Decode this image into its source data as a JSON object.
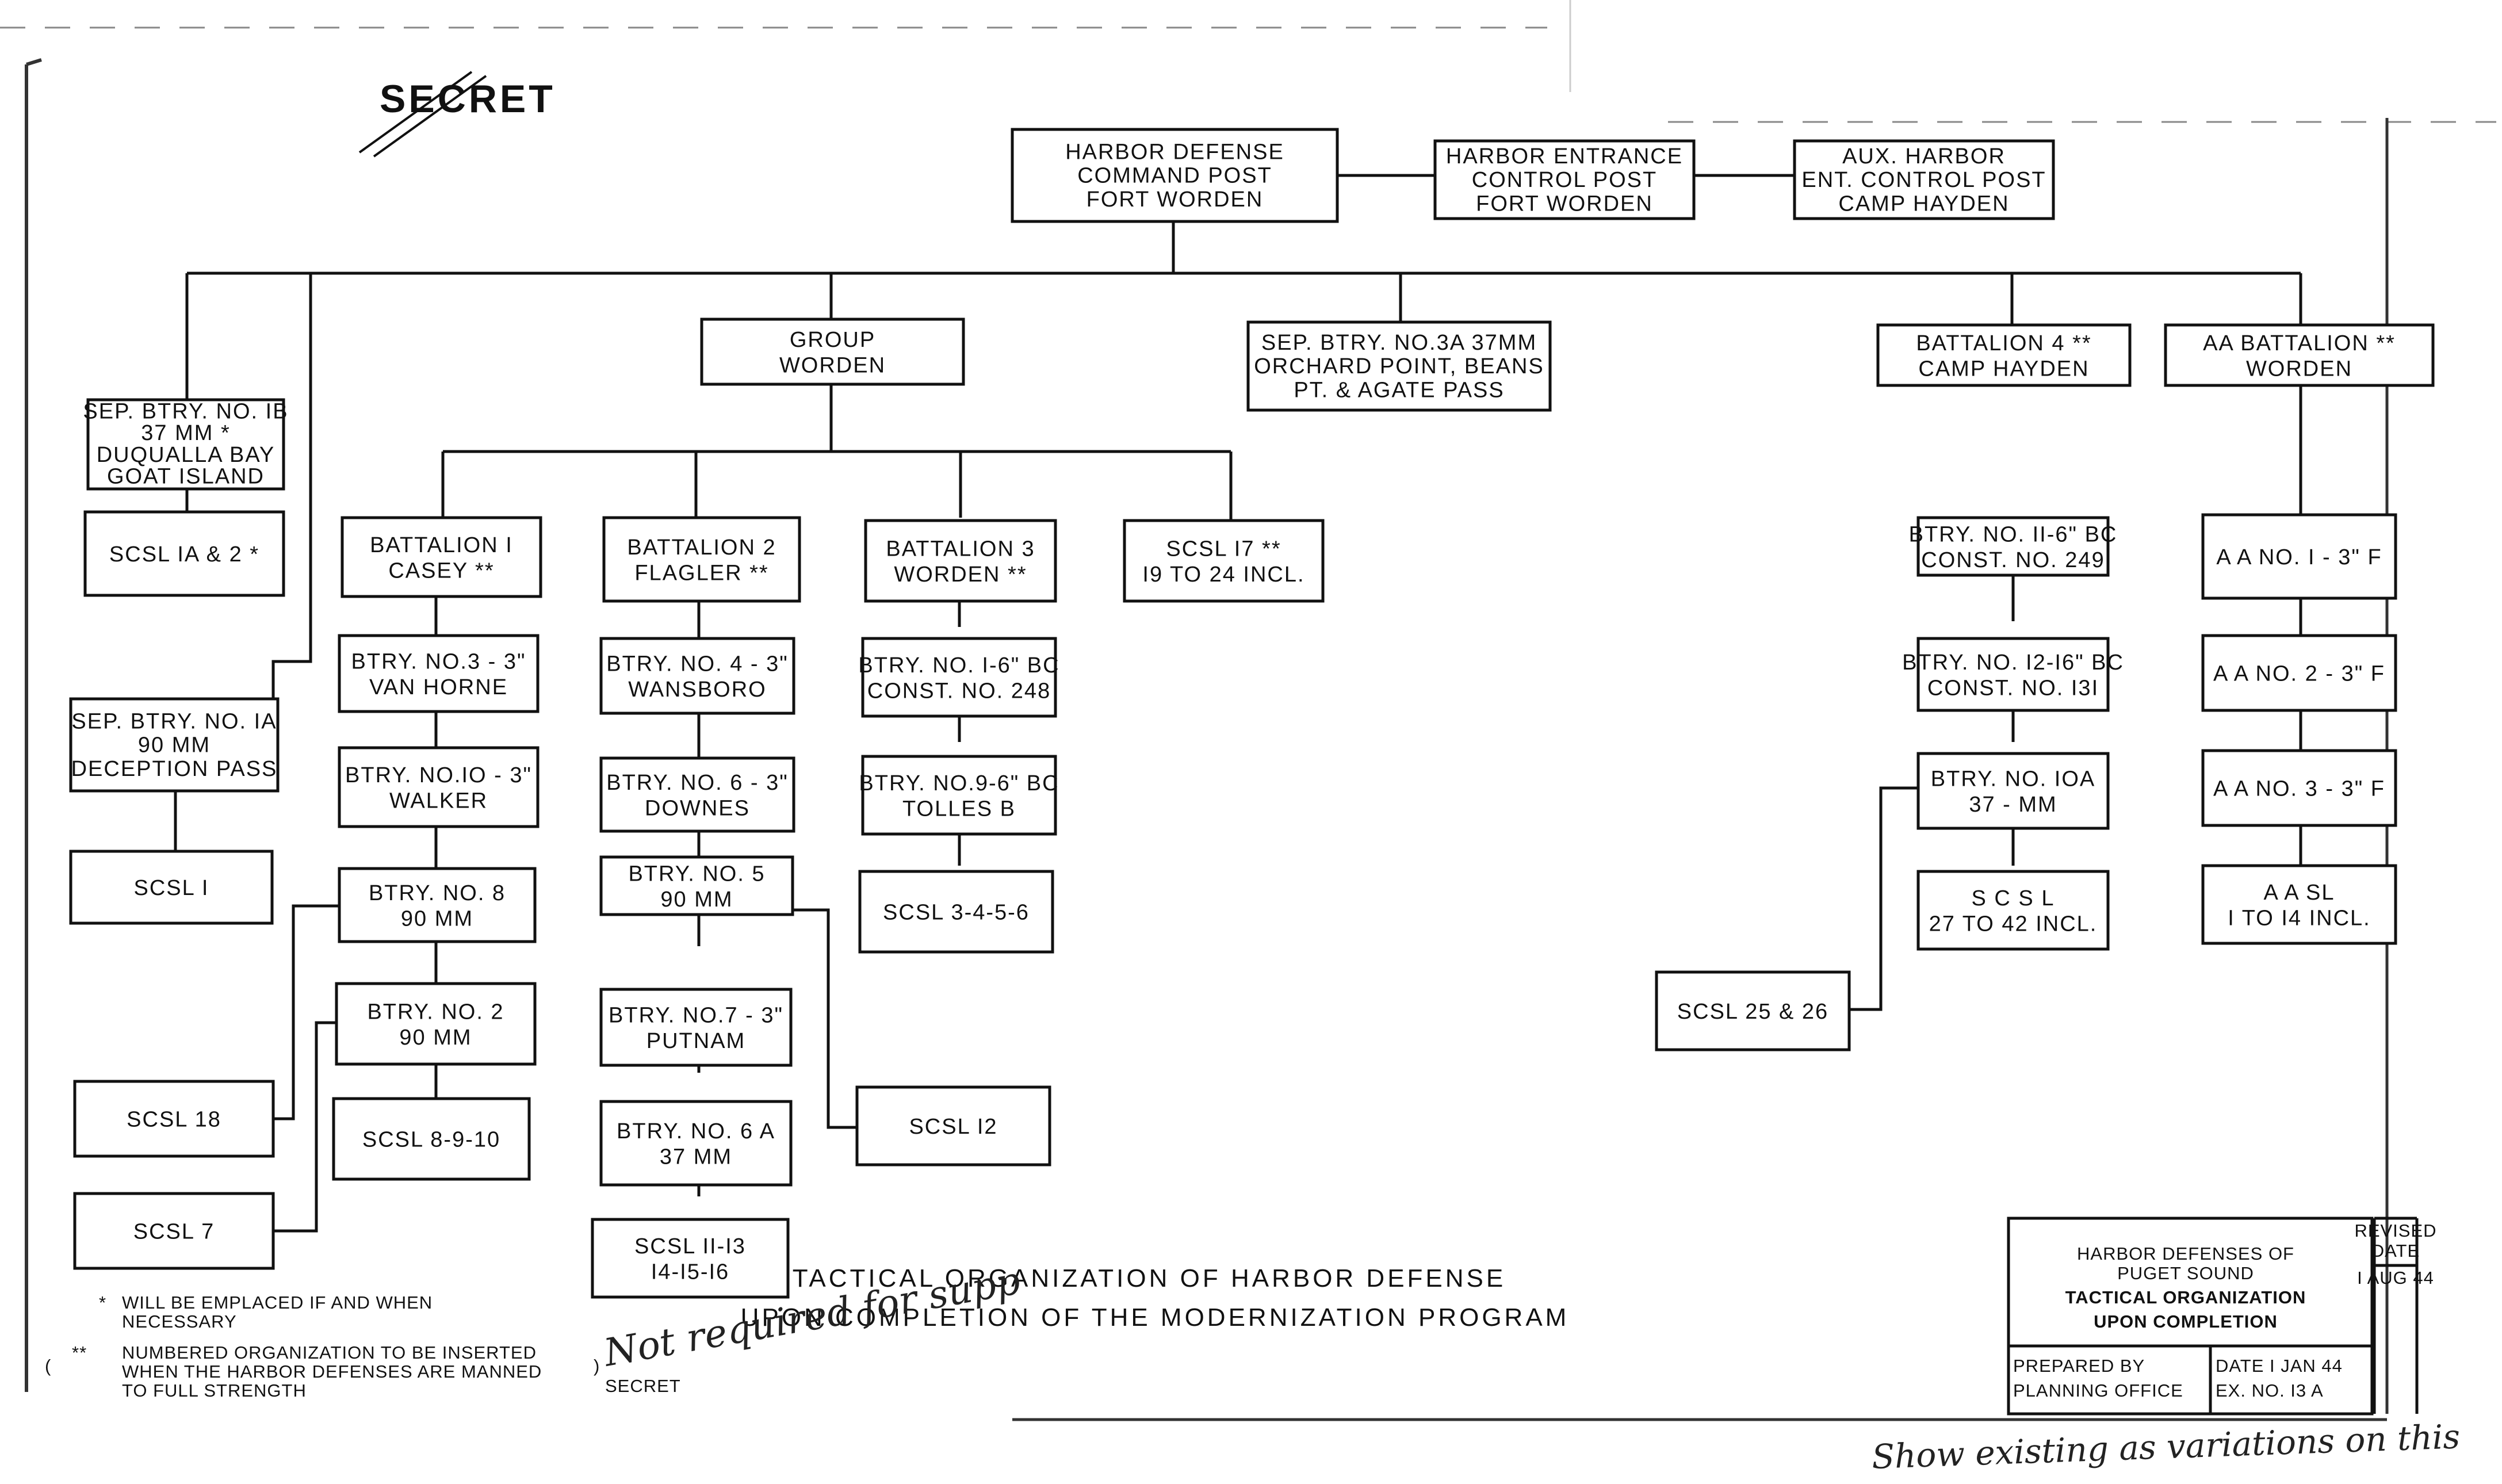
{
  "classification": "SECRET",
  "boxes": [
    {
      "id": "hdcp",
      "lines": [
        "HARBOR DEFENSE",
        "COMMAND POST",
        "FORT WORDEN"
      ]
    },
    {
      "id": "hecp",
      "lines": [
        "HARBOR ENTRANCE",
        "CONTROL POST",
        "FORT WORDEN"
      ]
    },
    {
      "id": "aux",
      "lines": [
        "AUX. HARBOR",
        "ENT. CONTROL POST",
        "CAMP HAYDEN"
      ]
    },
    {
      "id": "group",
      "lines": [
        "GROUP",
        "WORDEN"
      ]
    },
    {
      "id": "sep3a",
      "lines": [
        "SEP. BTRY. NO.3A 37MM",
        "ORCHARD POINT, BEANS",
        "PT. & AGATE PASS"
      ]
    },
    {
      "id": "bn4",
      "lines": [
        "BATTALION 4 **",
        "CAMP HAYDEN"
      ]
    },
    {
      "id": "aabn",
      "lines": [
        "AA BATTALION **",
        "WORDEN"
      ]
    },
    {
      "id": "sep1b",
      "lines": [
        "SEP. BTRY. NO. IB",
        "37 MM *",
        "DUQUALLA BAY",
        "GOAT ISLAND"
      ]
    },
    {
      "id": "scsl1a2",
      "lines": [
        "SCSL IA & 2 *"
      ]
    },
    {
      "id": "sep1a",
      "lines": [
        "SEP. BTRY. NO. IA",
        "90 MM",
        "DECEPTION PASS"
      ]
    },
    {
      "id": "scsl1",
      "lines": [
        "SCSL I"
      ]
    },
    {
      "id": "bn1",
      "lines": [
        "BATTALION I",
        "CASEY **"
      ]
    },
    {
      "id": "b3",
      "lines": [
        "BTRY. NO.3 - 3\"",
        "VAN HORNE"
      ]
    },
    {
      "id": "b10",
      "lines": [
        "BTRY. NO.IO - 3\"",
        "WALKER"
      ]
    },
    {
      "id": "b8",
      "lines": [
        "BTRY. NO. 8",
        "90 MM"
      ]
    },
    {
      "id": "b2",
      "lines": [
        "BTRY. NO. 2",
        "90 MM"
      ]
    },
    {
      "id": "scsl8910",
      "lines": [
        "SCSL 8-9-10"
      ]
    },
    {
      "id": "scsl18",
      "lines": [
        "SCSL 18"
      ]
    },
    {
      "id": "scsl7",
      "lines": [
        "SCSL 7"
      ]
    },
    {
      "id": "bn2",
      "lines": [
        "BATTALION 2",
        "FLAGLER **"
      ]
    },
    {
      "id": "b4",
      "lines": [
        "BTRY. NO. 4 - 3\"",
        "WANSBORO"
      ]
    },
    {
      "id": "b6",
      "lines": [
        "BTRY. NO. 6 - 3\"",
        "DOWNES"
      ]
    },
    {
      "id": "b5",
      "lines": [
        "BTRY. NO. 5",
        "90 MM"
      ]
    },
    {
      "id": "b7",
      "lines": [
        "BTRY. NO.7 - 3\"",
        "PUTNAM"
      ]
    },
    {
      "id": "b6a",
      "lines": [
        "BTRY. NO. 6 A",
        "37 MM"
      ]
    },
    {
      "id": "scsl1116",
      "lines": [
        "SCSL II-I3",
        "I4-I5-I6"
      ]
    },
    {
      "id": "scsl12",
      "lines": [
        "SCSL I2"
      ]
    },
    {
      "id": "bn3",
      "lines": [
        "BATTALION 3",
        "WORDEN **"
      ]
    },
    {
      "id": "b1",
      "lines": [
        "BTRY. NO. I-6\" BC",
        "CONST. NO. 248"
      ]
    },
    {
      "id": "b9",
      "lines": [
        "BTRY. NO.9-6\" BC",
        "TOLLES B"
      ]
    },
    {
      "id": "scsl3456",
      "lines": [
        "SCSL 3-4-5-6"
      ]
    },
    {
      "id": "scsl17",
      "lines": [
        "SCSL I7 **",
        "I9 TO 24 INCL."
      ]
    },
    {
      "id": "b11",
      "lines": [
        "BTRY. NO. II-6\" BC",
        "CONST. NO. 249"
      ]
    },
    {
      "id": "b12",
      "lines": [
        "BTRY. NO. I2-I6\" BC",
        "CONST. NO. I3I"
      ]
    },
    {
      "id": "b10a",
      "lines": [
        "BTRY. NO. IOA",
        "37 - MM"
      ]
    },
    {
      "id": "scsl2742",
      "lines": [
        "S C S L",
        "27 TO 42 INCL."
      ]
    },
    {
      "id": "scsl2526",
      "lines": [
        "SCSL 25 & 26"
      ]
    },
    {
      "id": "aa1",
      "lines": [
        "A A NO. I - 3\" F"
      ]
    },
    {
      "id": "aa2",
      "lines": [
        "A A NO. 2 - 3\" F"
      ]
    },
    {
      "id": "aa3",
      "lines": [
        "A A NO. 3 - 3\" F"
      ]
    },
    {
      "id": "aasl",
      "lines": [
        "A A SL",
        "I TO I4 INCL."
      ]
    }
  ],
  "title": {
    "line1": "TACTICAL ORGANIZATION OF HARBOR DEFENSE",
    "line2": "UPON COMPLETION OF THE MODERNIZATION PROGRAM"
  },
  "notes": [
    {
      "mark": "*",
      "text": [
        "WILL BE EMPLACED IF AND WHEN",
        "NECESSARY"
      ]
    },
    {
      "mark": "**",
      "text": [
        "NUMBERED ORGANIZATION TO BE INSERTED",
        "WHEN THE HARBOR DEFENSES ARE MANNED",
        "TO FULL STRENGTH"
      ]
    }
  ],
  "handwriting": {
    "margin_note": "Not required for supp",
    "bottom_note": "Show existing as variations on this"
  },
  "title_block": {
    "heading": [
      "HARBOR DEFENSES OF",
      "PUGET SOUND"
    ],
    "subject": [
      "TACTICAL ORGANIZATION",
      "UPON COMPLETION"
    ],
    "revised_label": [
      "REVISED",
      "DATE"
    ],
    "revised_date": "I AUG 44",
    "prepared": [
      "PREPARED BY",
      "PLANNING OFFICE"
    ],
    "date": "DATE I JAN 44",
    "exhibit": "EX. NO. I3 A"
  }
}
